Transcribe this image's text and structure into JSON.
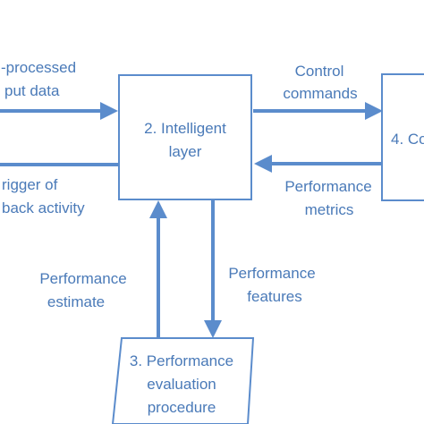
{
  "colors": {
    "accent": "#5b8ccc",
    "text": "#4a7ab8",
    "background": "#ffffff"
  },
  "nodes": {
    "intelligent_layer": {
      "line1": "2. Intelligent",
      "line2": "layer"
    },
    "control_block": {
      "line1": "4. Co"
    },
    "evaluation": {
      "line1": "3. Performance",
      "line2": "evaluation",
      "line3": "procedure"
    }
  },
  "edges": {
    "preprocessed_input": {
      "line1": "-processed",
      "line2": "put data"
    },
    "trigger": {
      "line1": "rigger of",
      "line2": "back activity"
    },
    "control_commands": {
      "line1": "Control",
      "line2": "commands"
    },
    "performance_metrics": {
      "line1": "Performance",
      "line2": "metrics"
    },
    "performance_estimate": {
      "line1": "Performance",
      "line2": "estimate"
    },
    "performance_features": {
      "line1": "Performance",
      "line2": "features"
    }
  }
}
